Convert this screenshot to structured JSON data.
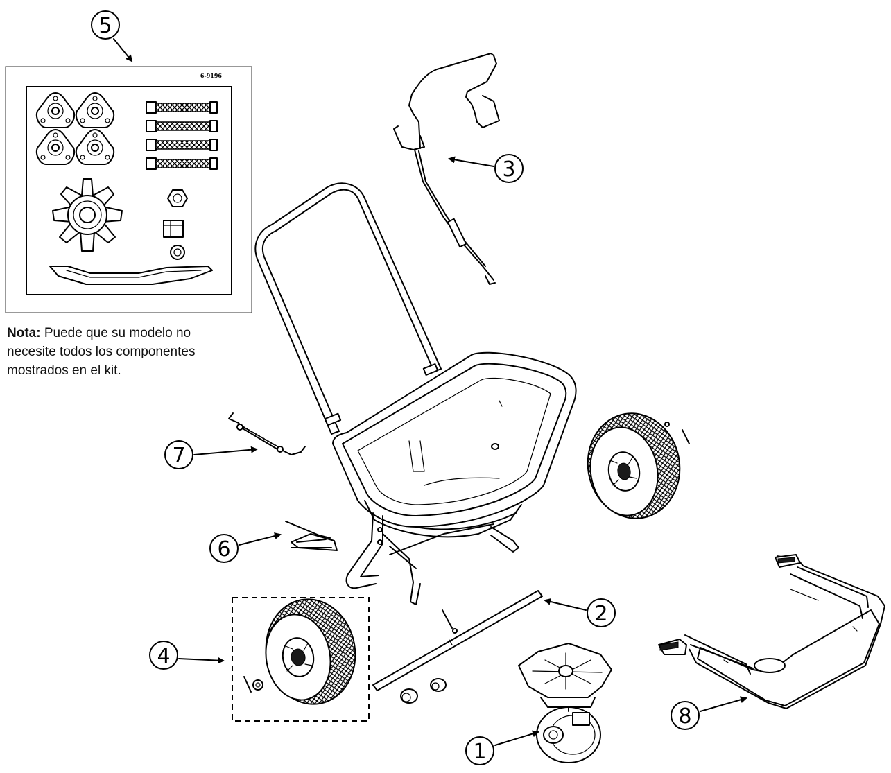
{
  "kit": {
    "code": "6-9196"
  },
  "note": {
    "label": "Nota:",
    "text": " Puede que su modelo no necesite todos los componentes mostrados en el kit."
  },
  "callouts": [
    {
      "id": 1,
      "label": "1"
    },
    {
      "id": 2,
      "label": "2"
    },
    {
      "id": 3,
      "label": "3"
    },
    {
      "id": 4,
      "label": "4"
    },
    {
      "id": 5,
      "label": "5"
    },
    {
      "id": 6,
      "label": "6"
    },
    {
      "id": 7,
      "label": "7"
    },
    {
      "id": 8,
      "label": "8"
    }
  ]
}
